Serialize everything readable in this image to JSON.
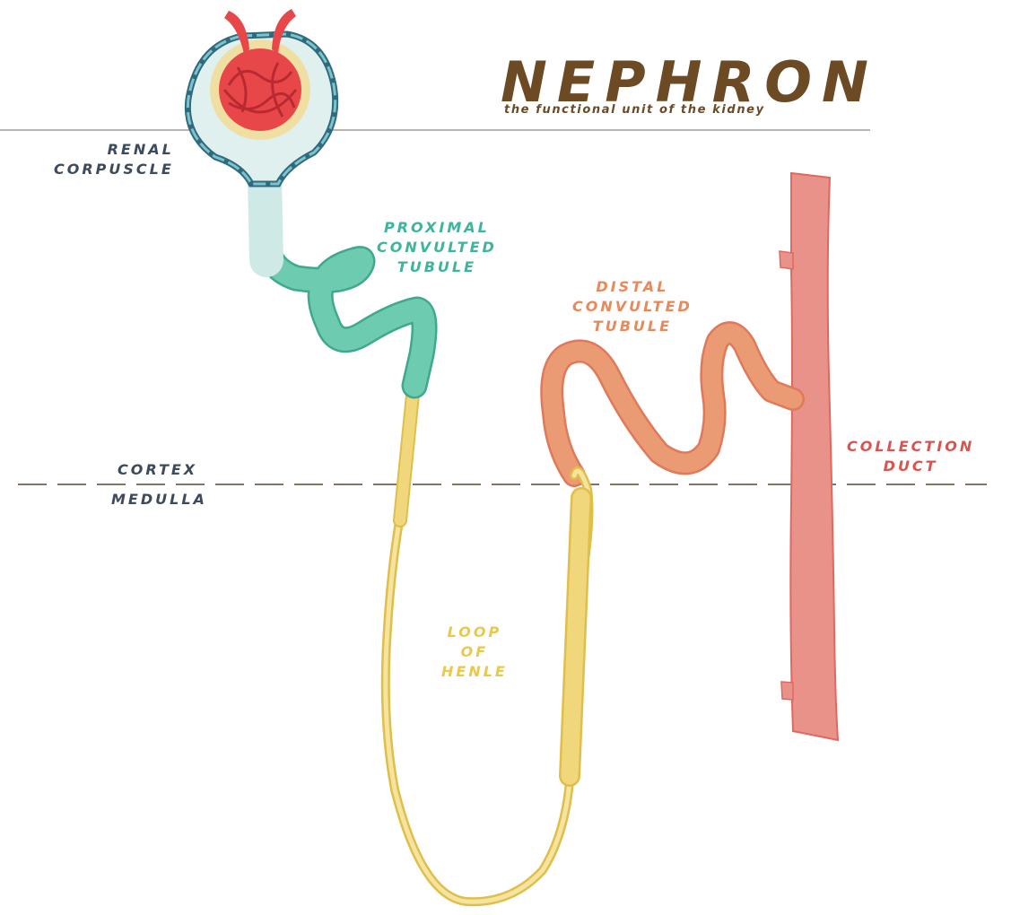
{
  "title": "NEPHRON",
  "subtitle": "the functional unit of the kidney",
  "labels": {
    "renal_corpuscle": [
      "RENAL",
      "CORPUSCLE"
    ],
    "proximal": [
      "PROXIMAL",
      "CONVULTED",
      "TUBULE"
    ],
    "distal": [
      "DISTAL",
      "CONVULTED",
      "TUBULE"
    ],
    "loop": [
      "LOOP",
      "OF",
      "HENLE"
    ],
    "collection": [
      "COLLECTION",
      "DUCT"
    ],
    "cortex": "CORTEX",
    "medulla": "MEDULLA"
  },
  "colors": {
    "title": "#6b4a24",
    "glomerulus": "#e8474a",
    "capsule": "#4e8fa0",
    "proximal_tubule": "#5ec4a8",
    "loop_of_henle": "#f1d77c",
    "distal_tubule": "#eb9b74",
    "collecting_duct": "#e9928a",
    "label_dark": "#3d4a5c"
  }
}
